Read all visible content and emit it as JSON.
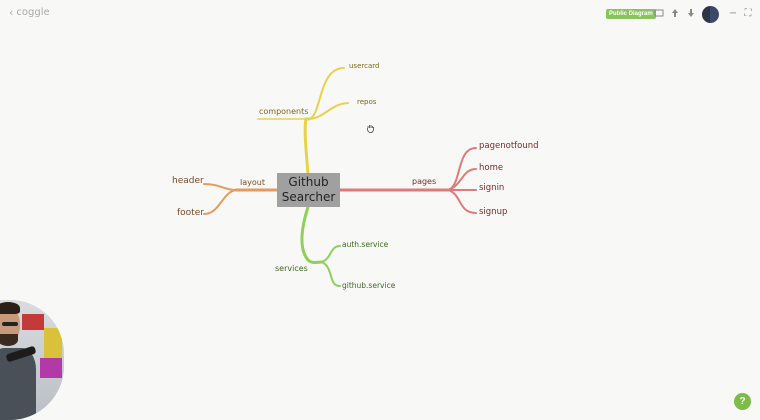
{
  "app": {
    "brand": "coggle"
  },
  "toolbar": {
    "back_glyph": "‹",
    "public_label": "Public Diagram",
    "icons": [
      "present-icon",
      "upload-icon",
      "download-icon",
      "zoom-out-icon",
      "fullscreen-icon"
    ],
    "zoom_out_glyph": "−",
    "fullscreen_glyph": "⛶"
  },
  "mindmap": {
    "root": {
      "line1": "Github",
      "line2": "Searcher"
    },
    "branches": {
      "components": {
        "label": "components",
        "color": "#e8d24a",
        "children": [
          "usercard",
          "repos"
        ]
      },
      "layout": {
        "label": "layout",
        "color": "#e89a5c",
        "children": [
          "header",
          "footer"
        ]
      },
      "pages": {
        "label": "pages",
        "color": "#e07a78",
        "children": [
          "pagenotfound",
          "home",
          "signin",
          "signup"
        ]
      },
      "services": {
        "label": "services",
        "color": "#8fcf5a",
        "children": [
          "auth.service",
          "github.service"
        ]
      }
    }
  },
  "help": {
    "label": "?"
  },
  "colors": {
    "background": "#f8f8f7",
    "root_fill": "#a0a0a0",
    "help_green": "#7bbd48"
  }
}
